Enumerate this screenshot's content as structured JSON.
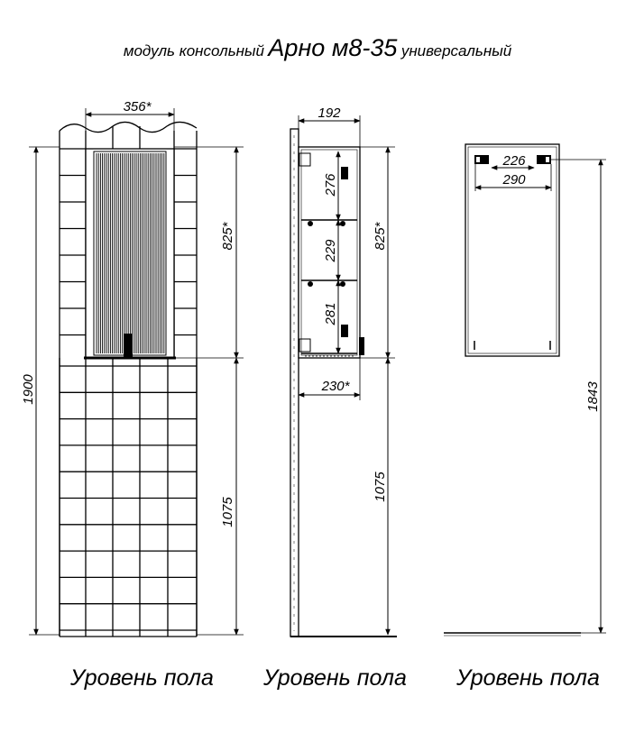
{
  "title": {
    "prefix": "модуль консольный",
    "model": "Арно м8-35",
    "suffix": "универсальный"
  },
  "front_view": {
    "width_label": "356*",
    "height_label": "1900",
    "upper_label": "825*",
    "lower_label": "1075",
    "floor_label": "Уровень пола"
  },
  "side_view": {
    "depth_label": "192",
    "shelf_labels": [
      "276",
      "229",
      "281"
    ],
    "height_label": "825*",
    "bracket_label": "230*",
    "mount_label": "1075",
    "floor_label": "Уровень пола"
  },
  "back_view": {
    "inner_label": "226",
    "outer_label": "290",
    "height_label": "1843",
    "floor_label": "Уровень пола"
  }
}
